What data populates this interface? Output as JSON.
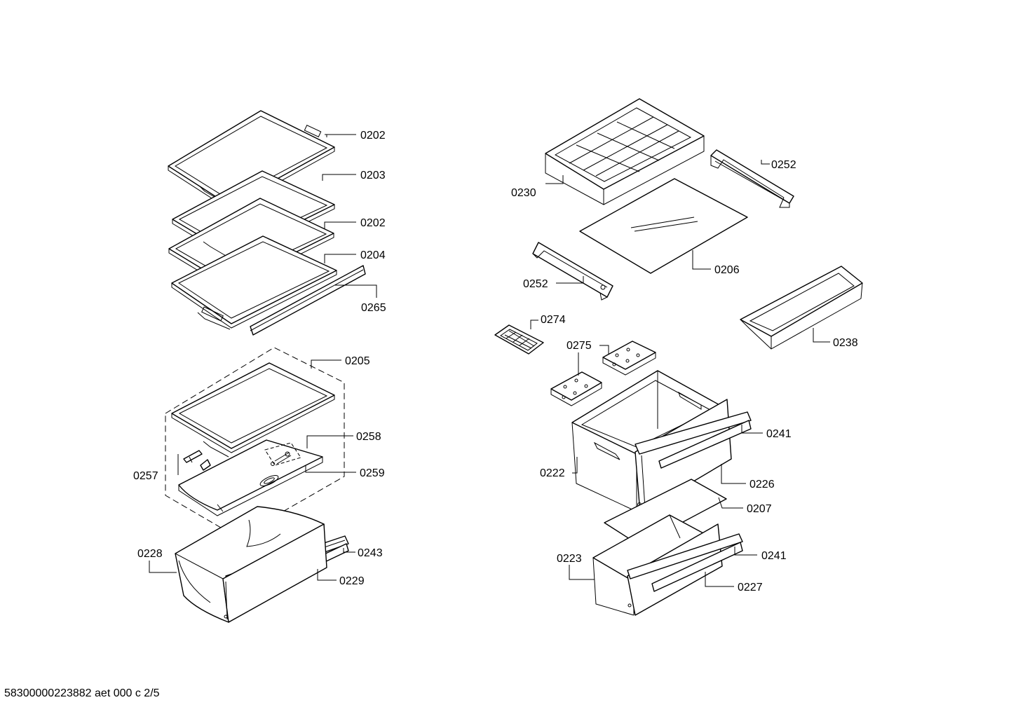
{
  "labels": {
    "l0202a": "0202",
    "l0203": "0203",
    "l0202b": "0202",
    "l0204": "0204",
    "l0265": "0265",
    "l0205": "0205",
    "l0258": "0258",
    "l0257": "0257",
    "l0259": "0259",
    "l0228": "0228",
    "l0243": "0243",
    "l0229": "0229",
    "l0230": "0230",
    "l0252a": "0252",
    "l0206": "0206",
    "l0252b": "0252",
    "l0274": "0274",
    "l0275": "0275",
    "l0238": "0238",
    "l0241a": "0241",
    "l0222": "0222",
    "l0226": "0226",
    "l0207": "0207",
    "l0223": "0223",
    "l0241b": "0241",
    "l0227": "0227"
  },
  "footer": "58300000223882 aet 000 c 2/5"
}
